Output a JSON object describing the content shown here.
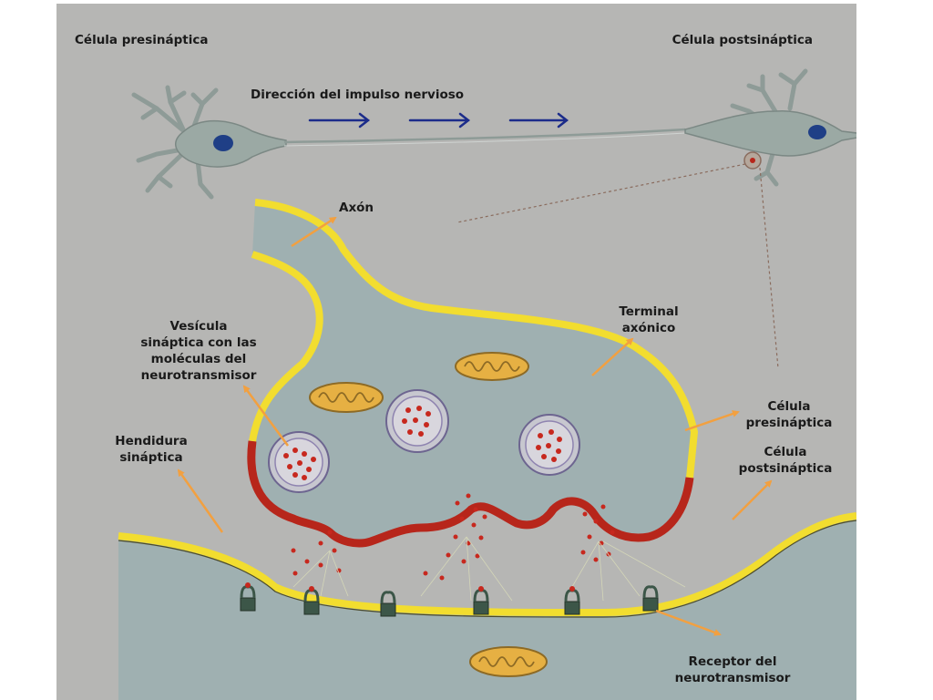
{
  "labels": {
    "presynaptic_cell_top": "Célula presináptica",
    "postsynaptic_cell_top": "Célula postsináptica",
    "impulse_direction": "Dirección del impulso nervioso",
    "axon": "Axón",
    "axon_terminal_line1": "Terminal",
    "axon_terminal_line2": "axónico",
    "vesicle_line1": "Vesícula",
    "vesicle_line2": "sináptica con las",
    "vesicle_line3": "moléculas del",
    "vesicle_line4": "neurotransmisor",
    "cleft_line1": "Hendidura",
    "cleft_line2": "sináptica",
    "presynaptic_cell_line1": "Célula",
    "presynaptic_cell_line2": "presináptica",
    "postsynaptic_cell_line1": "Célula",
    "postsynaptic_cell_line2": "postsináptica",
    "receptor_line1": "Receptor del",
    "receptor_line2": "neurotransmisor"
  },
  "colors": {
    "background": "#b6b6b4",
    "cytoplasm": "#9fb0b1",
    "membrane_yellow": "#f2dd2f",
    "membrane_red": "#b7261b",
    "neuron": "#9ba9a4",
    "nucleus": "#1f3f86",
    "impulse_arrow": "#1c2c8a",
    "label_arrow": "#f2a040",
    "neurotransmitter": "#c7281e",
    "receptor": "#3c5648",
    "mitochondria": "#e6b043"
  }
}
